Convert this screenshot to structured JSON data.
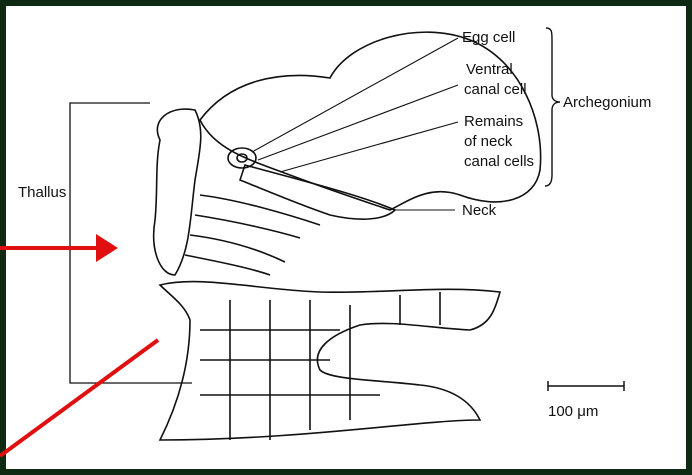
{
  "labels": {
    "egg_cell": "Egg cell",
    "ventral_canal_cell_line1": "Ventral",
    "ventral_canal_cell_line2": "canal cell",
    "remains_line1": "Remains",
    "remains_line2": "of neck",
    "remains_line3": "canal cells",
    "archegonium": "Archegonium",
    "neck": "Neck",
    "thallus": "Thallus",
    "scale_bar": "100 μm"
  },
  "colors": {
    "arrow": "#e01010",
    "outline": "#111111",
    "border": "#0f2a12"
  }
}
